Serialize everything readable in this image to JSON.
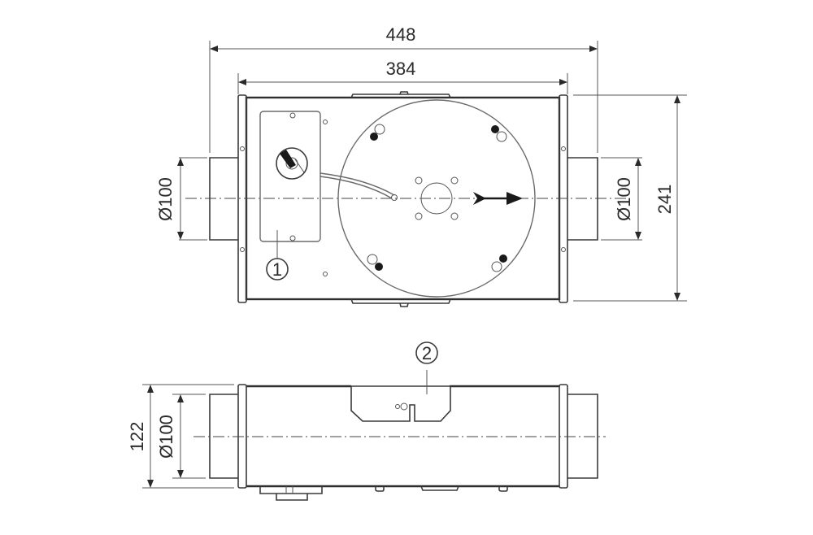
{
  "drawing": {
    "top_view": {
      "dimensions": {
        "overall_width": "448",
        "body_width": "384",
        "left_duct_diameter": "Ø100",
        "right_duct_diameter": "Ø100",
        "height": "241"
      },
      "labels": {
        "item_1": "1"
      }
    },
    "side_view": {
      "dimensions": {
        "height": "122",
        "duct_diameter": "Ø100"
      },
      "labels": {
        "item_2": "2"
      }
    },
    "colors": {
      "line": "#3a3a3a",
      "background": "#ffffff",
      "fill_dark": "#1a1a1a"
    }
  }
}
